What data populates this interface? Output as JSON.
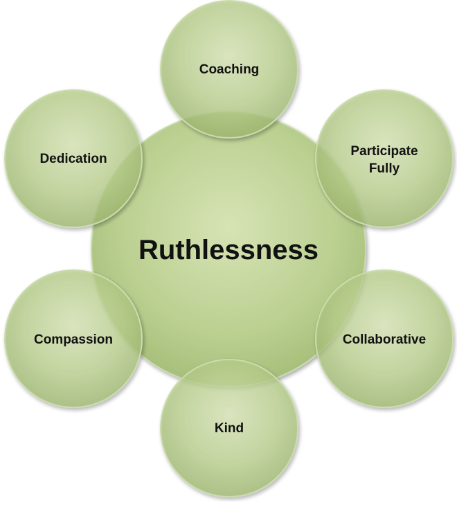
{
  "center": {
    "label": "Ruthlessness"
  },
  "satellites": [
    {
      "id": "coaching",
      "lines": [
        "Coaching"
      ]
    },
    {
      "id": "participate-fully",
      "lines": [
        "Participate",
        "Fully"
      ]
    },
    {
      "id": "collaborative",
      "lines": [
        "Collaborative"
      ]
    },
    {
      "id": "kind",
      "lines": [
        "Kind"
      ]
    },
    {
      "id": "compassion",
      "lines": [
        "Compassion"
      ]
    },
    {
      "id": "dedication",
      "lines": [
        "Dedication"
      ]
    }
  ],
  "colors": {
    "fill_light": "#dde8bf",
    "fill_mid": "#b9cf8d",
    "fill_dark": "#9db86c",
    "stroke": "#c6d8a6"
  }
}
